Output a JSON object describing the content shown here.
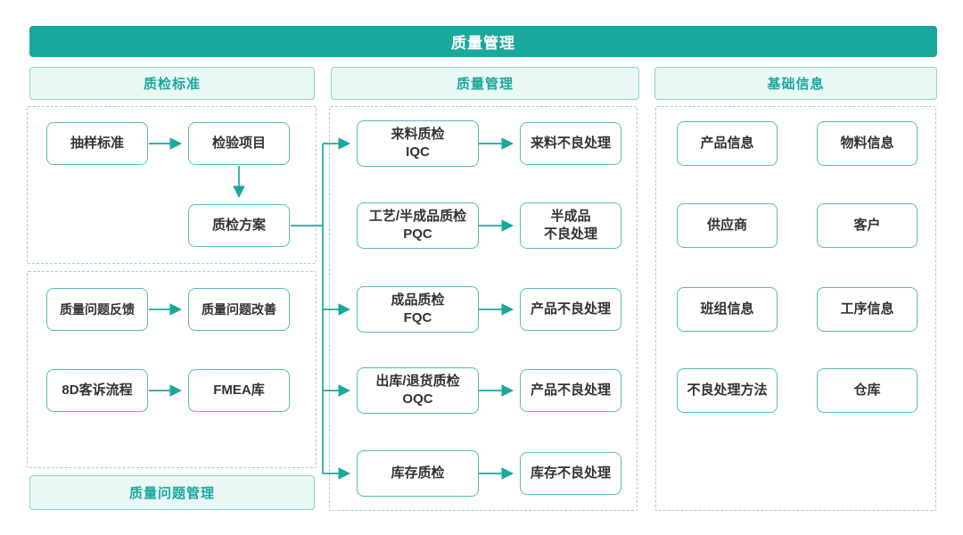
{
  "colors": {
    "teal": "#19A89D",
    "header_bg": "#E9F7F5",
    "header_border": "#8FD4CD",
    "node_border": "#56BDB6",
    "dashed_border": "#A5CEC9",
    "node_text": "#333333",
    "banner_text": "#FFFFFF"
  },
  "banner": {
    "title": "质量管理"
  },
  "left_column": {
    "header": "质检标准",
    "footer_header": "质量问题管理",
    "nodes": {
      "sampling_standard": "抽样标准",
      "inspection_items": "检验项目",
      "qc_plan": "质检方案",
      "quality_issue_feedback": "质量问题反馈",
      "quality_issue_improvement": "质量问题改善",
      "complaint_8d": "8D客诉流程",
      "fmea_library": "FMEA库"
    }
  },
  "middle_column": {
    "header": "质量管理",
    "rows": [
      {
        "source_line1": "来料质检",
        "source_line2": "IQC",
        "target_line1": "来料不良处理",
        "target_line2": ""
      },
      {
        "source_line1": "工艺/半成品质检",
        "source_line2": "PQC",
        "target_line1": "半成品",
        "target_line2": "不良处理"
      },
      {
        "source_line1": "成品质检",
        "source_line2": "FQC",
        "target_line1": "产品不良处理",
        "target_line2": ""
      },
      {
        "source_line1": "出库/退货质检",
        "source_line2": "OQC",
        "target_line1": "产品不良处理",
        "target_line2": ""
      },
      {
        "source_line1": "库存质检",
        "source_line2": "",
        "target_line1": "库存不良处理",
        "target_line2": ""
      }
    ]
  },
  "right_column": {
    "header": "基础信息",
    "boxes": [
      "产品信息",
      "物料信息",
      "供应商",
      "客户",
      "班组信息",
      "工序信息",
      "不良处理方法",
      "仓库"
    ]
  }
}
